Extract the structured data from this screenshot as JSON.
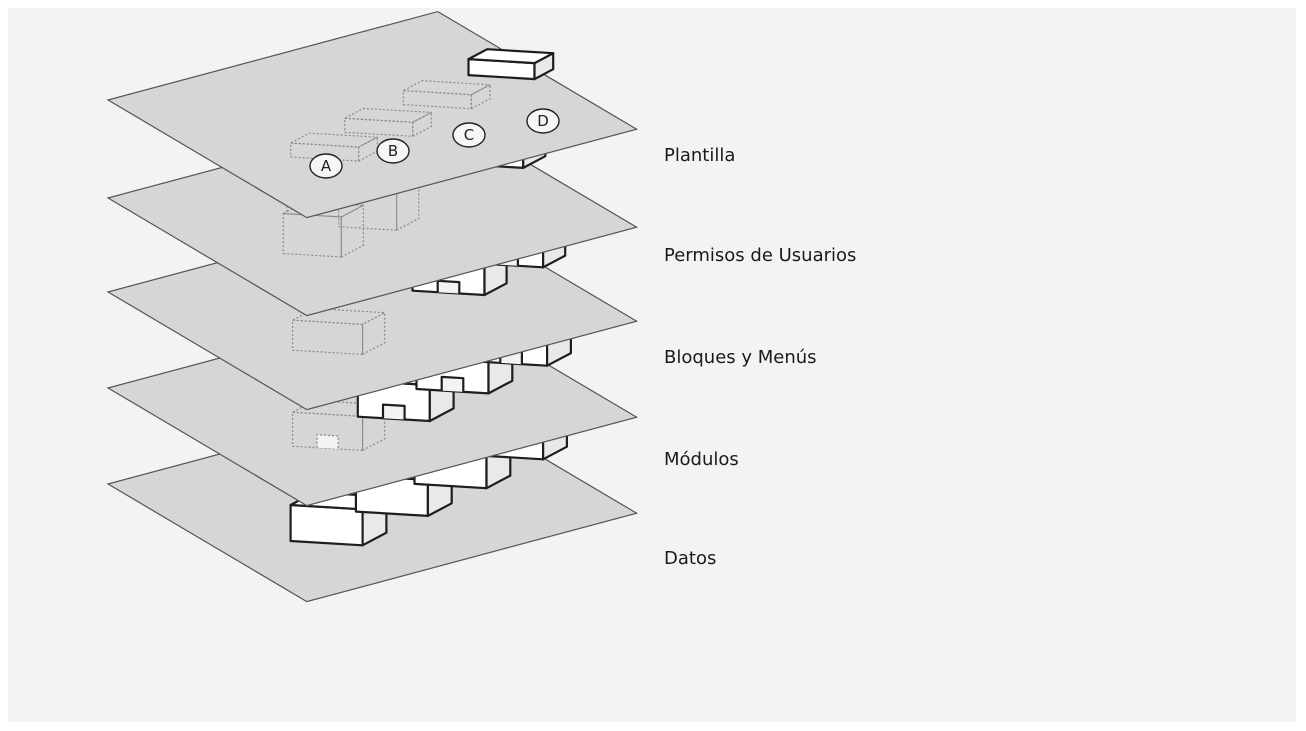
{
  "diagram": {
    "layers": [
      {
        "id": "plantilla",
        "label": "Plantilla"
      },
      {
        "id": "permisos",
        "label": "Permisos de Usuarios"
      },
      {
        "id": "bloques",
        "label": "Bloques y Menús"
      },
      {
        "id": "modulos",
        "label": "Módulos"
      },
      {
        "id": "datos",
        "label": "Datos"
      }
    ],
    "markers": [
      "A",
      "B",
      "C",
      "D"
    ],
    "colors": {
      "background": "#f3f3f3",
      "plane_fill": "#d6d6d6",
      "plane_stroke": "#555555",
      "box_top": "#ffffff",
      "box_side": "#e9e9e9",
      "box_stroke": "#1e1e1e",
      "ghost_stroke": "#8a8a8a"
    }
  }
}
